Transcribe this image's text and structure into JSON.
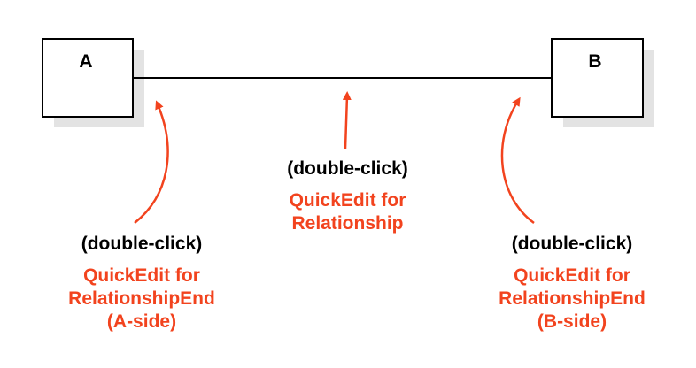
{
  "colors": {
    "accent": "#f2431e",
    "shadow": "#e3e3e3",
    "line": "#000000"
  },
  "boxes": {
    "a": {
      "label": "A"
    },
    "b": {
      "label": "B"
    }
  },
  "annotations": {
    "left": {
      "action": "(double-click)",
      "target": [
        "QuickEdit for",
        "RelationshipEnd",
        "(A-side)"
      ]
    },
    "middle": {
      "action": "(double-click)",
      "target": [
        "QuickEdit for",
        "Relationship"
      ]
    },
    "right": {
      "action": "(double-click)",
      "target": [
        "QuickEdit for",
        "RelationshipEnd",
        "(B-side)"
      ]
    }
  }
}
